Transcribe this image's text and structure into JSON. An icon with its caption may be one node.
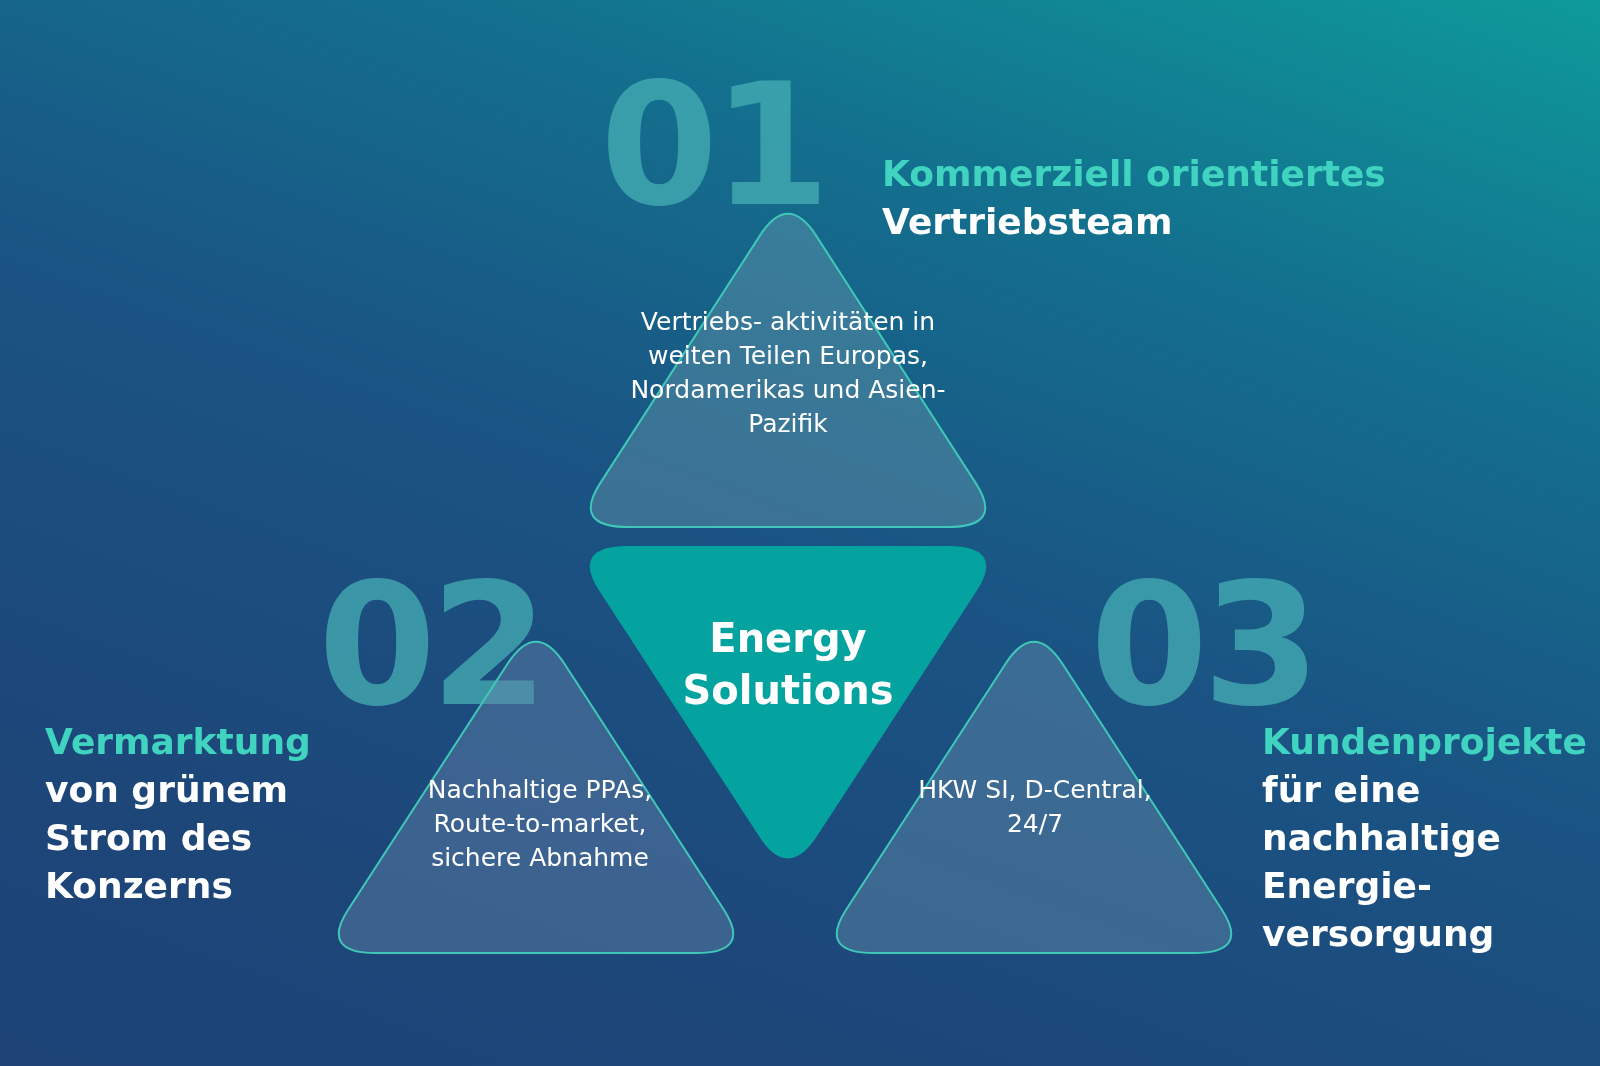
{
  "diagram": {
    "nodes": [
      {
        "text": [
          "Kommerziell orientiertes",
          "Vertriebsteam",
          "Vertriebs- aktivitäten in weiten Teilen Europas, Nordamerikas und Asien-Pazifik"
        ],
        "beside": [
          "01"
        ]
      },
      {
        "text": [
          "Energy Solutions"
        ]
      },
      {
        "text": [
          "Vermarktung",
          "von grünem Strom des Konzerns",
          "Nachhaltige PPAs, Route-to-market, sichere Abnahme"
        ],
        "beside": [
          "02"
        ]
      },
      {
        "text": [
          "HKW SI, D-Central, 24/7",
          "Kundenprojekte",
          "für eine nachhaltige Energie- versorgung"
        ],
        "beside": [
          "03"
        ]
      }
    ]
  }
}
